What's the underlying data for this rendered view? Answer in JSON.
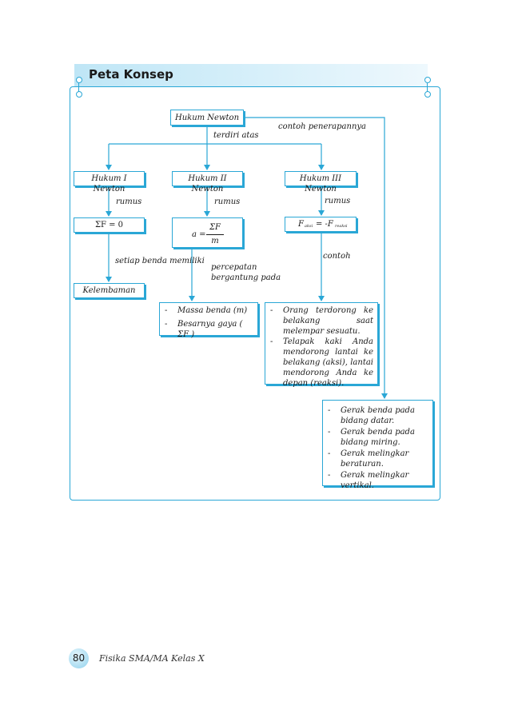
{
  "header": {
    "title": "Peta Konsep"
  },
  "nodes": {
    "root": "Hukum Newton",
    "law1": "Hukum I Newton",
    "law2": "Hukum II Newton",
    "law3": "Hukum III Newton",
    "eq1": "ΣF = 0",
    "eq2_lhs": "a =",
    "eq2_num": "ΣF",
    "eq2_den": "m",
    "eq3_f1": "F",
    "eq3_sub1": "aksi",
    "eq3_eq": "= -F",
    "eq3_sub2": "reaksi",
    "kelembaman": "Kelembaman"
  },
  "labels": {
    "terdiri_atas": "terdiri atas",
    "contoh_penerapan": "contoh penerapannya",
    "rumus1": "rumus",
    "rumus2": "rumus",
    "rumus3": "rumus",
    "setiap_benda": "setiap benda memiliki",
    "percepatan_1": "percepatan",
    "percepatan_2": "bergantung pada",
    "contoh": "contoh"
  },
  "lists": {
    "law2_factors": [
      "Massa benda (m)",
      "Besarnya gaya ( ΣF )"
    ],
    "law3_examples": [
      "Orang terdorong ke belakang saat melempar sesuatu.",
      "Telapak kaki Anda mendorong lantai ke belakang (aksi), lantai mendorong Anda ke depan (reaksi)."
    ],
    "applications": [
      "Gerak benda pada bidang datar.",
      "Gerak benda pada bidang miring.",
      "Gerak melingkar beraturan.",
      "Gerak melingkar vertikal."
    ]
  },
  "footer": {
    "page_number": "80",
    "book_title": "Fisika SMA/MA Kelas X"
  },
  "colors": {
    "accent": "#2aa7d6"
  }
}
